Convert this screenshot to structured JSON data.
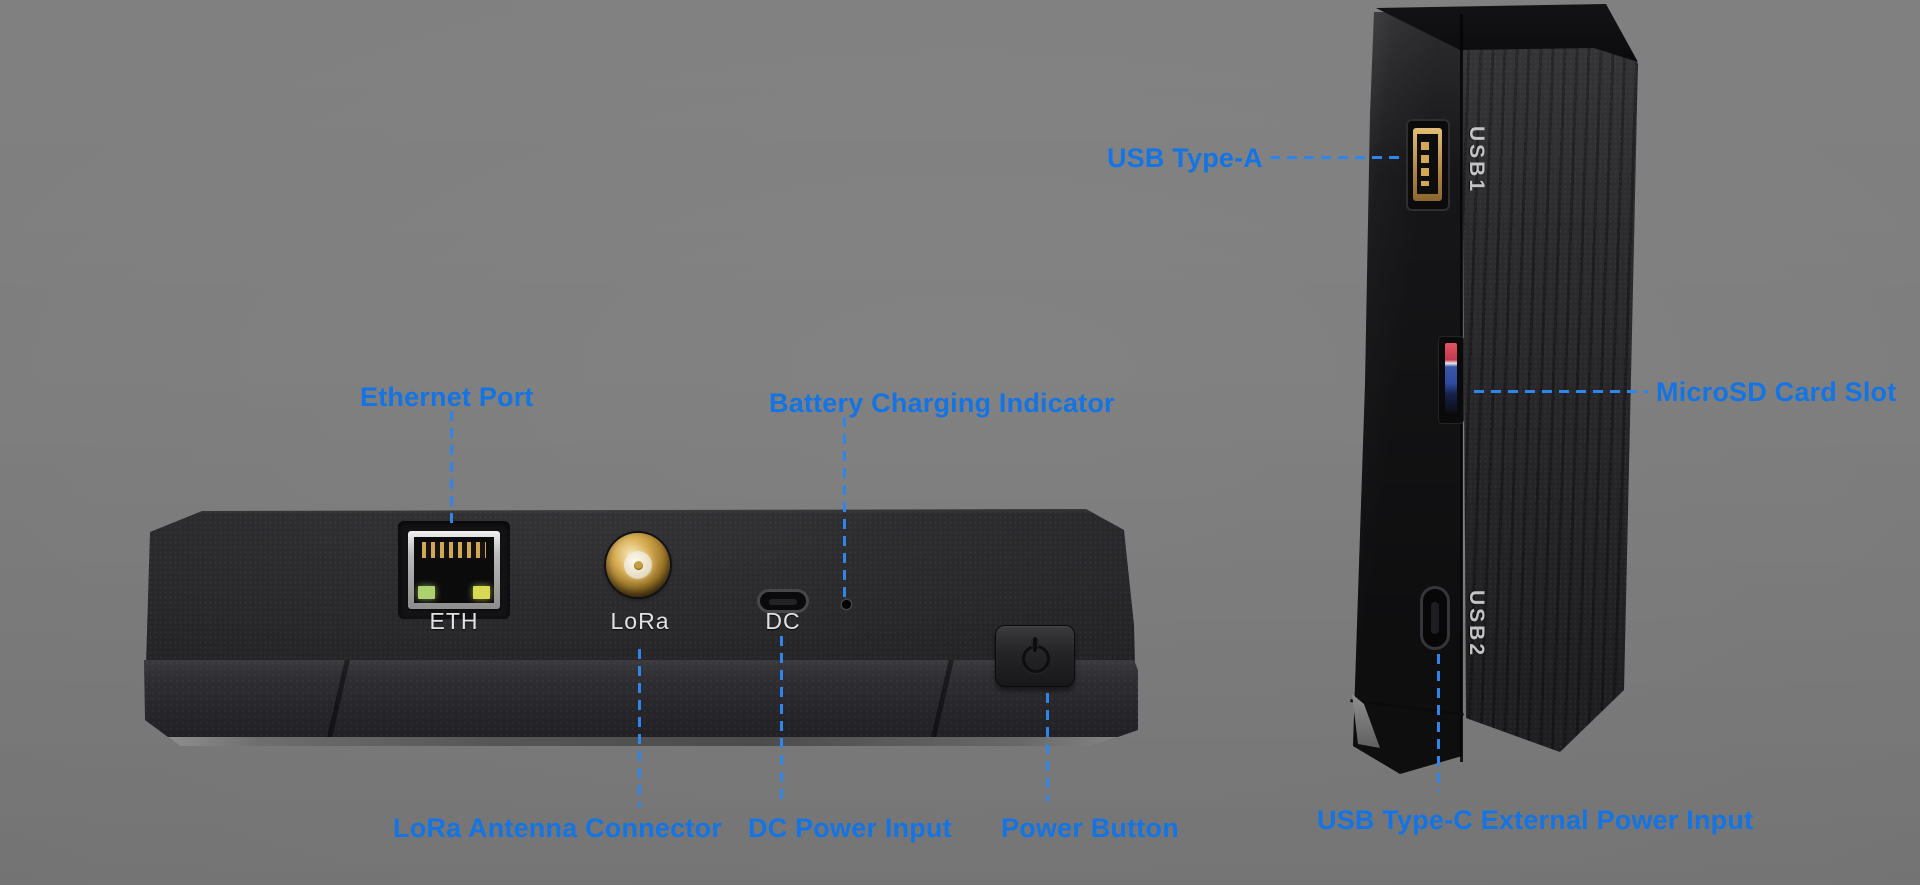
{
  "scene": {
    "background_color": "#7d7d7d",
    "annotation_text_color": "#1474e4",
    "leader_line_color": "#2f85ea",
    "description": "Black handheld gateway device shown in bottom view (left) and side view (right) with annotated ports"
  },
  "left_device": {
    "view": "bottom",
    "eth_label": "ETH",
    "lora_label": "LoRa",
    "dc_label": "DC"
  },
  "right_device": {
    "view": "side",
    "usb1_label": "USB1",
    "usb2_label": "USB2"
  },
  "callouts": {
    "usb_type_a": "USB Type-A",
    "microsd": "MicroSD Card Slot",
    "ethernet": "Ethernet Port",
    "battery": "Battery Charging Indicator",
    "lora": "LoRa Antenna Connector",
    "dc": "DC Power Input",
    "power": "Power Button",
    "usb_type_c": "USB Type-C External Power Input"
  }
}
